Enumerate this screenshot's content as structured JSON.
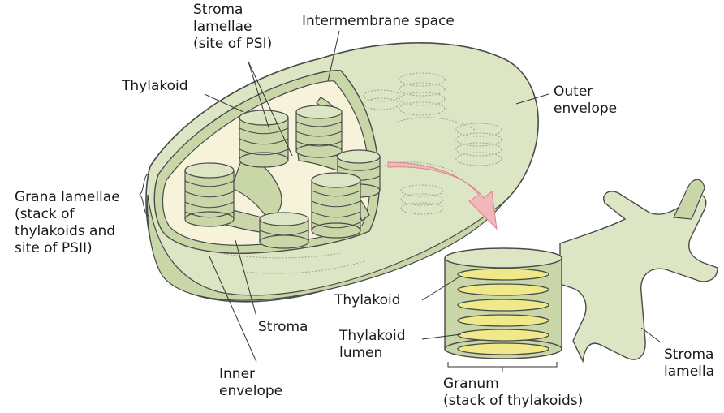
{
  "labels": {
    "stroma_lamellae_psi": "Stroma\nlamellae\n(site of PSI)",
    "intermembrane_space": "Intermembrane space",
    "thylakoid_top": "Thylakoid",
    "outer_envelope": "Outer\nenvelope",
    "grana_lamellae": "Grana lamellae\n(stack of\nthylakoids and\nsite of PSII)",
    "stroma": "Stroma",
    "inner_envelope": "Inner\nenvelope",
    "thylakoid_detail": "Thylakoid",
    "thylakoid_lumen": "Thylakoid\nlumen",
    "granum": "Granum\n(stack of thylakoids)",
    "stroma_lamella": "Stroma\nlamella"
  },
  "colors": {
    "membrane_fill": "#dde6c4",
    "membrane_dark": "#b9c89a",
    "stroma_fill": "#f6f3da",
    "lumen_fill": "#f0e98a",
    "outline": "#4a4a4a",
    "arrow": "#f1b8bc"
  }
}
